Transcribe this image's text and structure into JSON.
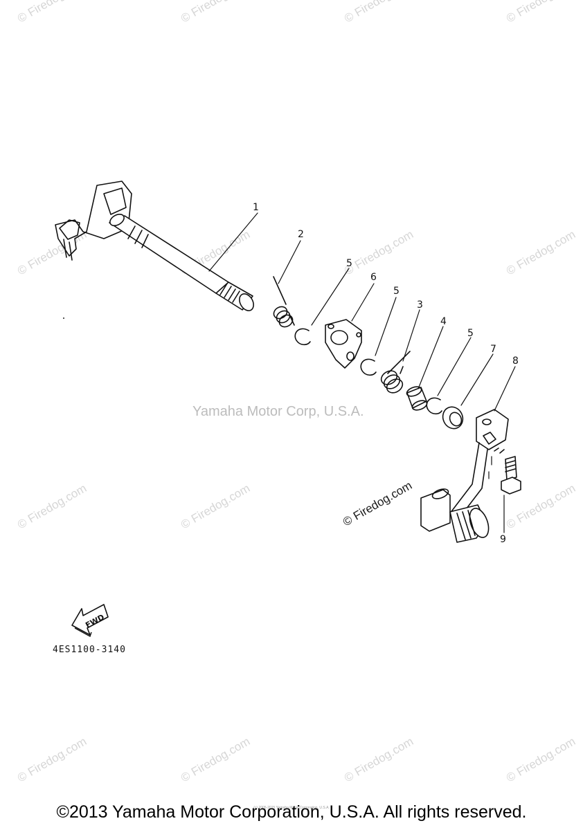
{
  "watermark_text": "© Firedog.com",
  "center_watermark": "Yamaha Motor Corp, U.S.A.",
  "part_code": "4ES1100-3140",
  "fwd_label": "FWD",
  "callouts": [
    "1",
    "2",
    "5",
    "6",
    "5",
    "3",
    "4",
    "5",
    "7",
    "8",
    "9"
  ],
  "copyright": "©2013 Yamaha Motor Corporation, U.S.A. All rights reserved.",
  "fine_print": "(c) 2005-2015 Yamaha Motor Corporation, U.S.A."
}
